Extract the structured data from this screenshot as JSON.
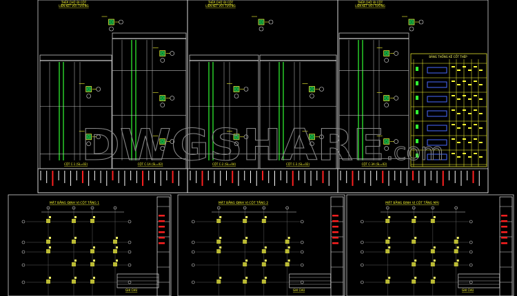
{
  "drawing": {
    "top_sheets": [
      {
        "header_1": "THÉP CHỜ ĐI CỘT",
        "header_2": "LIÊN KẾT VỚI TƯỜNG",
        "left_label": "CỘT C-1 (SL=02)",
        "right_label": "CỘT C-1A (SL=02)"
      },
      {
        "header_1": "THÉP CHỜ ĐI CỘT",
        "header_2": "LIÊN KẾT VỚI TƯỜNG",
        "left_label": "CỘT C-2 (SL=04)",
        "right_label": "CỘT C-3 (SL=02)"
      },
      {
        "header_1": "THÉP CHỜ ĐI CỘT",
        "header_2": "LIÊN KẾT VỚI TƯỜNG",
        "left_label": "CỘT C-3A (SL=02)",
        "table_title": "BẢNG THỐNG KÊ CỐT THÉP"
      }
    ],
    "bottom_sheets": [
      {
        "title": "MẶT BẰNG ĐỊNH VỊ CỘT TẦNG 1",
        "note": "GHI CHÚ"
      },
      {
        "title": "MẶT BẰNG ĐỊNH VỊ CỘT TẦNG 2",
        "note": "GHI CHÚ"
      },
      {
        "title": "MẶT BẰNG ĐỊNH VỊ CỘT TẦNG MÁI",
        "note": "GHI CHÚ"
      }
    ],
    "watermark": "DWGSHARE",
    "watermark_suffix": ".com",
    "colors": {
      "background": "#000000",
      "lines": "#ffffff",
      "text": "#ffff33",
      "rebar": "#33ff33",
      "highlight": "#ff2020",
      "table_lines": "#0000ff"
    }
  }
}
